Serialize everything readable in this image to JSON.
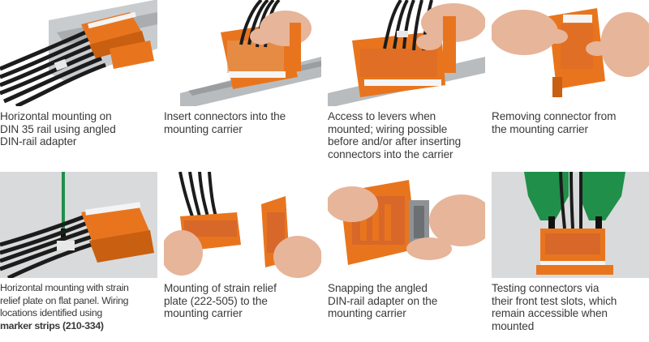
{
  "panels": [
    {
      "caption_lines": [
        "Horizontal mounting on",
        "DIN 35 rail using angled",
        "DIN-rail adapter"
      ],
      "bold_line": ""
    },
    {
      "caption_lines": [
        "Insert connectors into the",
        "mounting carrier"
      ],
      "bold_line": ""
    },
    {
      "caption_lines": [
        "Access to levers when",
        "mounted; wiring possible",
        "before and/or after inserting",
        "connectors into the carrier"
      ],
      "bold_line": ""
    },
    {
      "caption_lines": [
        "Removing connector from",
        "the mounting carrier"
      ],
      "bold_line": ""
    },
    {
      "caption_lines": [
        "Horizontal mounting with strain",
        "relief plate on flat panel. Wiring",
        "locations identified using"
      ],
      "bold_line": "marker strips (210-334)"
    },
    {
      "caption_lines": [
        "Mounting of strain relief",
        "plate (222-505) to the",
        "mounting carrier"
      ],
      "bold_line": ""
    },
    {
      "caption_lines": [
        "Snapping the angled",
        "DIN-rail adapter on the",
        "mounting carrier"
      ],
      "bold_line": ""
    },
    {
      "caption_lines": [
        "Testing connectors via",
        "their front test slots, which",
        "remain accessible when",
        "mounted"
      ],
      "bold_line": ""
    }
  ],
  "colors": {
    "orange": "#e8751e",
    "rail": "#b9bcbe",
    "wire": "#1c1c1c",
    "skin": "#e6b59a",
    "green_tester": "#1f8f4a",
    "photo_bg": "#ffffff",
    "photo_bg_grey": "#d9dadb"
  },
  "icons": [
    "connector-carrier",
    "din-rail",
    "hand",
    "cable-bundle",
    "test-probe",
    "screwdriver"
  ]
}
